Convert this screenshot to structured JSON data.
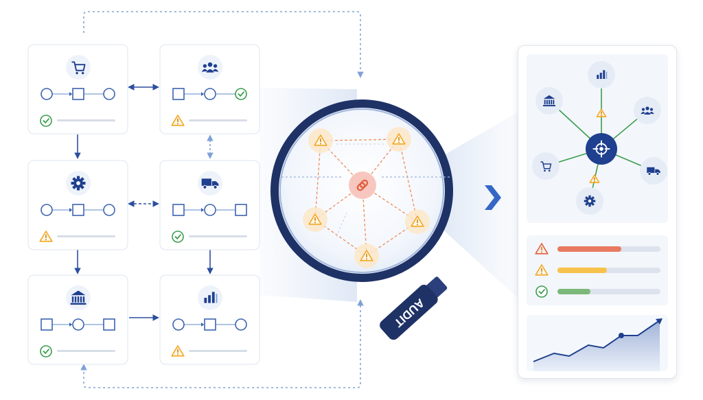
{
  "magnifier": {
    "handle_label": "AUDIT"
  },
  "process_cards": [
    {
      "name": "card-shopping",
      "icon": "shopping-cart-icon",
      "flow": [
        "circle",
        "square",
        "circle"
      ],
      "status": "check"
    },
    {
      "name": "card-people",
      "icon": "people-group-icon",
      "flow": [
        "square",
        "circle",
        "check"
      ],
      "status": "warning"
    },
    {
      "name": "card-settings",
      "icon": "gear-icon",
      "flow": [
        "circle",
        "square",
        "circle"
      ],
      "status": "warning"
    },
    {
      "name": "card-delivery",
      "icon": "delivery-truck-icon",
      "flow": [
        "square",
        "circle",
        "square"
      ],
      "status": "check"
    },
    {
      "name": "card-bank",
      "icon": "bank-building-icon",
      "flow": [
        "square",
        "circle",
        "square"
      ],
      "status": "check"
    },
    {
      "name": "card-analytics",
      "icon": "bar-chart-icon",
      "flow": [
        "circle",
        "square",
        "circle"
      ],
      "status": "warning"
    }
  ],
  "hub": {
    "center_icon": "target-icon",
    "nodes": [
      "bar-chart-icon",
      "people-group-icon",
      "delivery-truck-icon",
      "gear-icon",
      "shopping-cart-icon",
      "bank-building-icon"
    ]
  },
  "risk_levels": [
    {
      "status": "critical",
      "fraction": 0.62
    },
    {
      "status": "warning",
      "fraction": 0.48
    },
    {
      "status": "ok",
      "fraction": 0.32
    }
  ],
  "colors": {
    "primary": "#1f3f8f",
    "line": "#3b63b0",
    "warning": "#f5a623",
    "danger": "#e0603f",
    "success": "#3a9d4f",
    "bar_red": "#e87a5f",
    "bar_yellow": "#f6c24a",
    "bar_green": "#7cb87a"
  }
}
